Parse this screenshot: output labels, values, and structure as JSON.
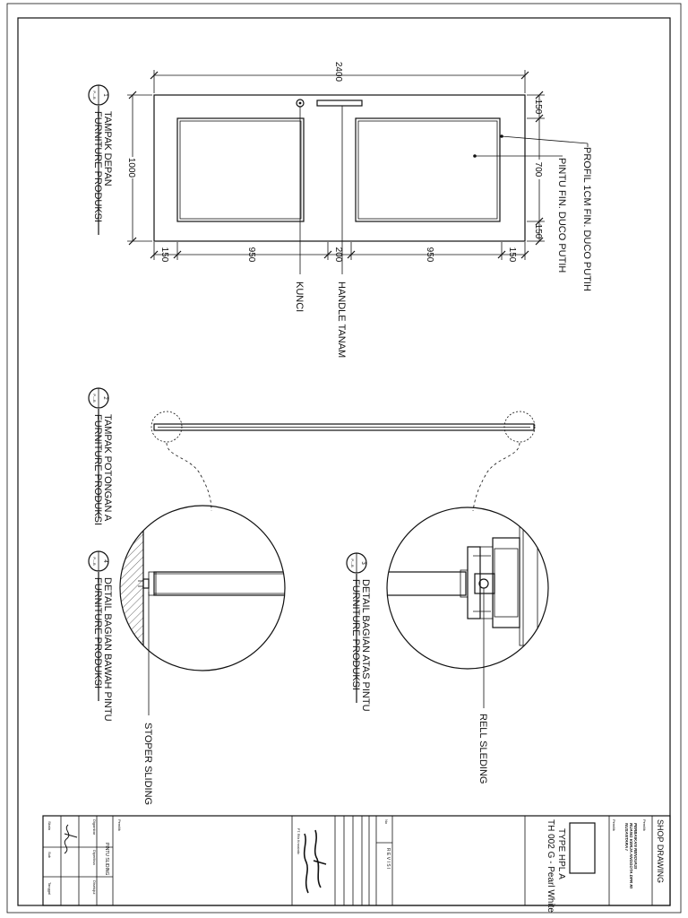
{
  "drawing": {
    "view1": {
      "number": "1",
      "code": "P—B",
      "title": "TAMPAK DEPAN",
      "subtitle": "FURNITURE PRODUKSI",
      "dims": {
        "overall_width": "2400",
        "overall_height": "1000",
        "top_rail": "150",
        "panel_height": "700",
        "bottom_rail": "150",
        "left_stile": "150",
        "left_panel": "950",
        "center_stile": "200",
        "right_panel": "950",
        "right_stile": "150"
      },
      "labels": {
        "profil": "PROFIL 1CM  FIN. DUCO PUTIH",
        "pintu": "PINTU FIN. DUCO PUTIH",
        "handle": "HANDLE TANAM",
        "kunci": "KUNCI"
      }
    },
    "view2": {
      "number": "2",
      "code": "P—B",
      "title": "TAMPAK POTONGAN A",
      "subtitle": "FURNITURE PRODUKSI"
    },
    "view3": {
      "number": "3",
      "code": "P—B",
      "title": "DETAIL BAGIAN ATAS PINTU",
      "subtitle": "FURNITURE PRODUKSI",
      "label": "RELL SLEDING"
    },
    "view4": {
      "number": "4",
      "code": "P—B",
      "title": "DETAIL BAGIAN BAWAH PINTU",
      "subtitle": "FURNITURE PRODUKSI",
      "label": "STOPER SLIDING"
    }
  },
  "title_block": {
    "doc_type": "SHOP DRAWING",
    "owner_label": "Pemilik",
    "project_lines": [
      "PERBAIKAN RENOVASI",
      "RUANG KERJA ANGGOTA DPR RI",
      "NUSANTARA I"
    ],
    "type_main": "TYPE HPL A",
    "type_sub": "TH 002 G - Pearl White",
    "revisi": "R E V I S I",
    "no_label": "No",
    "firm_caption": "PT. Rifa Kreasindo",
    "drawing_name": "PINTU SLIDING",
    "signature_labels": [
      "Digambar",
      "Diperiksa",
      "Disetujui"
    ],
    "footer_labels": [
      "Skala",
      "Sub",
      "Tanggal"
    ]
  }
}
